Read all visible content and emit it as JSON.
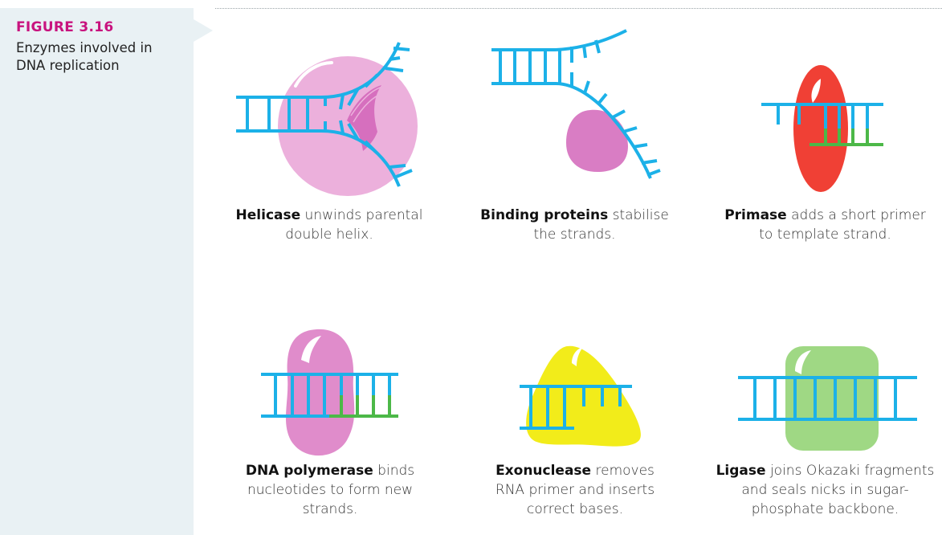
{
  "figure": {
    "number": "FIGURE 3.16",
    "caption": "Enzymes involved in DNA replication"
  },
  "panels": [
    {
      "id": "helicase",
      "name": "Helicase",
      "desc": " unwinds parental double helix."
    },
    {
      "id": "binding",
      "name": "Binding proteins",
      "desc": " stabilise the strands."
    },
    {
      "id": "primase",
      "name": "Primase",
      "desc": " adds a short primer to template strand."
    },
    {
      "id": "polymerase",
      "name": "DNA polymerase",
      "desc": " binds nucleotides to form new strands."
    },
    {
      "id": "exonuclease",
      "name": "Exonuclease",
      "desc": " removes RNA primer and inserts correct bases."
    },
    {
      "id": "ligase",
      "name": "Ligase",
      "desc": " joins Okazaki fragments and seals nicks in sugar-phosphate backbone."
    }
  ],
  "colors": {
    "dna": "#1cb1e8",
    "primer": "#4cb848",
    "helicase": "#ecb0dc",
    "binding": "#d97dc4",
    "primase": "#f04035",
    "polymerase": "#e08ccb",
    "exonuclease": "#f2ec1a",
    "ligase": "#9fd884",
    "accent": "#c8137e"
  }
}
